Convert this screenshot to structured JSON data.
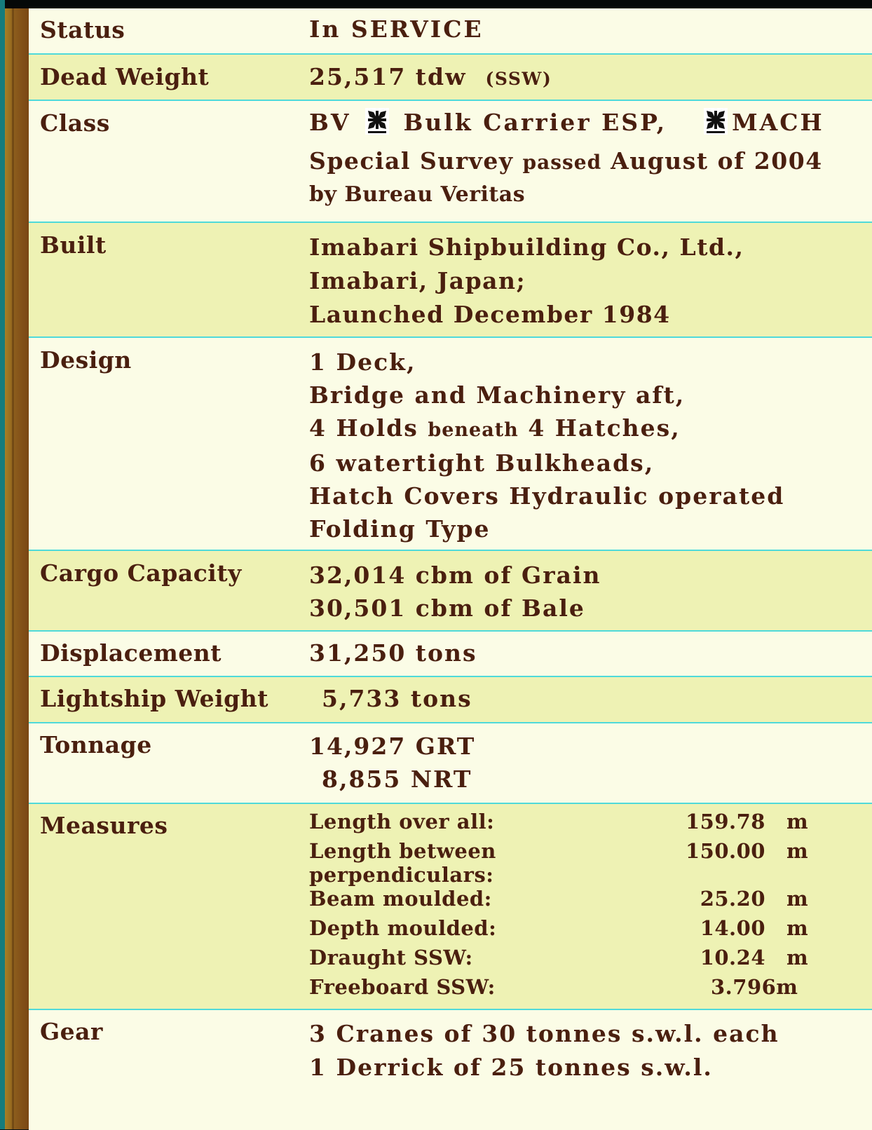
{
  "rows": {
    "status": {
      "label": "Status",
      "value": "In SERVICE"
    },
    "dead_weight": {
      "label": "Dead Weight",
      "value": "25,517 tdw",
      "note": "(SSW)"
    },
    "class": {
      "label": "Class",
      "line1_a": "BV",
      "line1_b": "Bulk Carrier ESP,",
      "line1_c": "MACH",
      "line2_a": "Special Survey",
      "line2_b": "passed",
      "line2_c": "August of 2004",
      "line3": "by Bureau Veritas",
      "icon": "maltese-cross-icon"
    },
    "built": {
      "label": "Built",
      "lines": [
        "Imabari Shipbuilding Co., Ltd.,",
        "Imabari, Japan;",
        "Launched December 1984"
      ]
    },
    "design": {
      "label": "Design",
      "line1": "1 Deck,",
      "line2": "Bridge and Machinery aft,",
      "line3_a": "4 Holds",
      "line3_b": "beneath",
      "line3_c": "4 Hatches,",
      "line4": "6 watertight Bulkheads,",
      "line5": "Hatch Covers Hydraulic operated",
      "line6": "Folding Type"
    },
    "cargo_capacity": {
      "label": "Cargo Capacity",
      "lines": [
        "32,014 cbm of Grain",
        "30,501 cbm of Bale"
      ]
    },
    "displacement": {
      "label": "Displacement",
      "value": "31,250 tons"
    },
    "lightship_weight": {
      "label": "Lightship Weight",
      "value": "5,733 tons"
    },
    "tonnage": {
      "label": "Tonnage",
      "lines": [
        "14,927 GRT",
        "8,855 NRT"
      ]
    },
    "measures": {
      "label": "Measures",
      "items": [
        {
          "name": "Length over all:",
          "value": "159.78",
          "unit": "m"
        },
        {
          "name": "Length between perpendiculars:",
          "value": "150.00",
          "unit": "m"
        },
        {
          "name": "Beam moulded:",
          "value": "25.20",
          "unit": "m"
        },
        {
          "name": "Depth moulded:",
          "value": "14.00",
          "unit": "m"
        },
        {
          "name": "Draught SSW:",
          "value": "10.24",
          "unit": "m"
        },
        {
          "name": "Freeboard SSW:",
          "value": "3.796m",
          "unit": ""
        }
      ]
    },
    "gear": {
      "label": "Gear",
      "lines": [
        "3 Cranes of 30 tonnes s.w.l. each",
        "1 Derrick of 25 tonnes s.w.l."
      ]
    }
  },
  "colors": {
    "row_light": "#fbfce6",
    "row_dark": "#eef2b4",
    "text": "#4a1f0f",
    "divider": "#4fdada",
    "spine": "#8a5a1c"
  }
}
